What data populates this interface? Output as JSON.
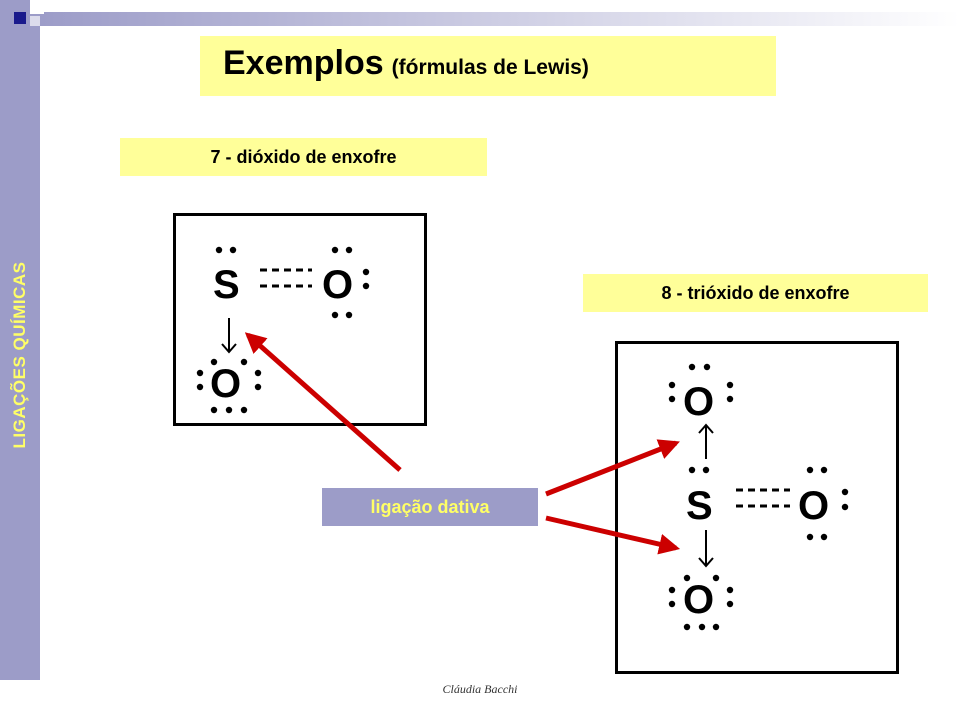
{
  "side_label": "LIGAÇÕES QUÍMICAS",
  "title": {
    "main": "Exemplos",
    "sub": "(fórmulas de Lewis)"
  },
  "example_7": {
    "label": "7 - dióxido de enxofre",
    "atoms": {
      "s": "S",
      "o1": "O",
      "o2": "O"
    }
  },
  "example_8": {
    "label": "8 - trióxido de enxofre",
    "atoms": {
      "s": "S",
      "o1": "O",
      "o2": "O",
      "o3": "O"
    }
  },
  "dative_label": "ligação dativa",
  "footer": "Cláudia Bacchi",
  "colors": {
    "sidebar": "#9c9cc8",
    "highlight": "#ffff99",
    "arrow": "#cc0000",
    "side_text": "#ffff66"
  }
}
